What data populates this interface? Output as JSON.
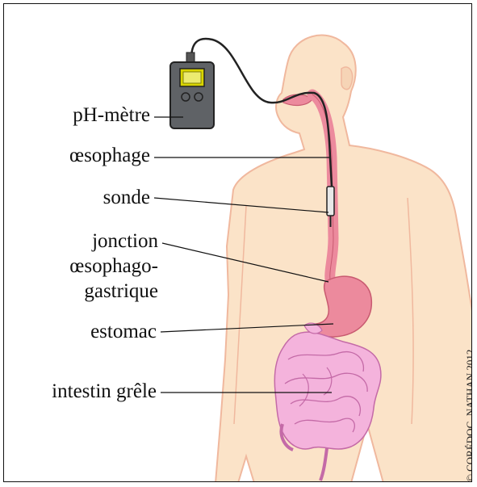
{
  "labels": {
    "ph_metre": "pH-mètre",
    "oesophage": "œsophage",
    "sonde": "sonde",
    "jonction_line1": "jonction",
    "jonction_line2": "œsophago-",
    "jonction_line3": "gastrique",
    "estomac": "estomac",
    "intestin": "intestin grêle"
  },
  "copyright": "© CORÉDOC, NATHAN 2012",
  "colors": {
    "skin": "#fbe3c8",
    "skin_outline": "#f0b89e",
    "organ": "#ec8a9d",
    "intestine": "#f4b3dc",
    "device": "#5f6266",
    "screen": "#d8d400",
    "tube": "#222222"
  }
}
